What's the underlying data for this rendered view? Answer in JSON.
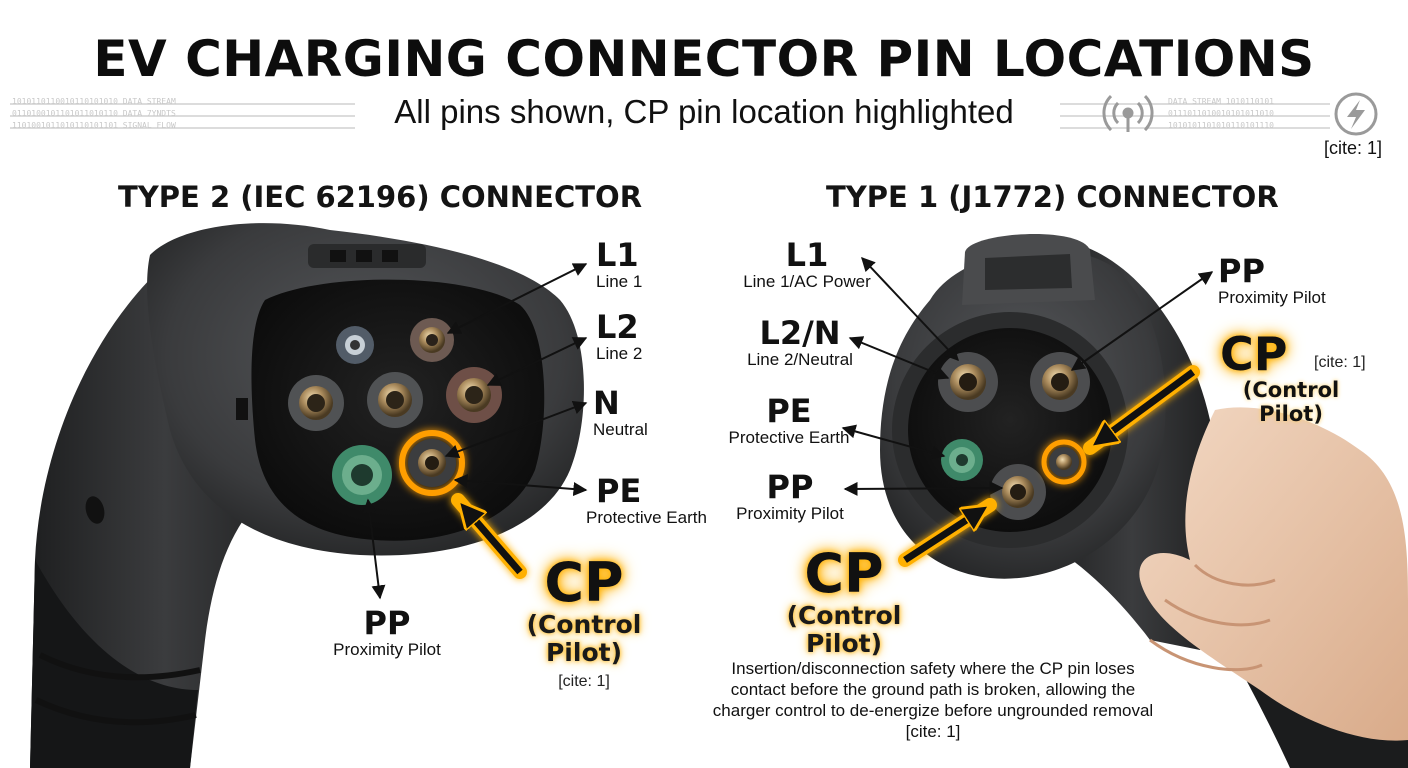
{
  "title": "EV CHARGING CONNECTOR PIN LOCATIONS",
  "subtitle": "All pins shown, CP pin location highlighted",
  "header_cite": "[cite: 1]",
  "decor": {
    "left_lines": [
      "1010110110010110101010 DATA STREAM",
      "0110100101101011010110 DATA 7YNDTS",
      "1101001011010110101101 SIGNAL FLOW"
    ],
    "right_lines": [
      "DATA STREAM 1010110101",
      "0111011010010101011010",
      "1010101101010110101110"
    ],
    "signal_icon": "wireless-signal-icon",
    "bolt_icon": "lightning-bolt-icon"
  },
  "type2": {
    "heading": "TYPE 2 (IEC 62196) CONNECTOR",
    "pins": [
      {
        "code": "L1",
        "name": "Line 1"
      },
      {
        "code": "L2",
        "name": "Line 2"
      },
      {
        "code": "N",
        "name": "Neutral"
      },
      {
        "code": "PE",
        "name": "Protective Earth"
      },
      {
        "code": "PP",
        "name": "Proximity Pilot"
      }
    ],
    "cp": {
      "code": "CP",
      "name": "(Control Pilot)",
      "cite": "[cite: 1]"
    }
  },
  "type1": {
    "heading": "TYPE 1 (J1772) CONNECTOR",
    "pins": [
      {
        "code": "L1",
        "name": "Line 1/AC Power"
      },
      {
        "code": "L2/N",
        "name": "Line 2/Neutral"
      },
      {
        "code": "PE",
        "name": "Protective Earth"
      },
      {
        "code": "PP",
        "name": "Proximity Pilot"
      },
      {
        "code": "PP",
        "name": "Proximity Pilot"
      }
    ],
    "cp_main": {
      "code": "CP",
      "name": "(Control Pilot)"
    },
    "cp_right": {
      "code": "CP",
      "name": "(Control Pilot)",
      "cite": "[cite: 1]"
    },
    "note": "Insertion/disconnection safety where the CP pin loses contact before the ground path is broken, allowing the charger control to de-energize before ungrounded removal [cite: 1]"
  },
  "colors": {
    "cp_glow": "#ffb000",
    "pe_green": "#5a9a7a",
    "connector_body": "#3a3b3d"
  }
}
